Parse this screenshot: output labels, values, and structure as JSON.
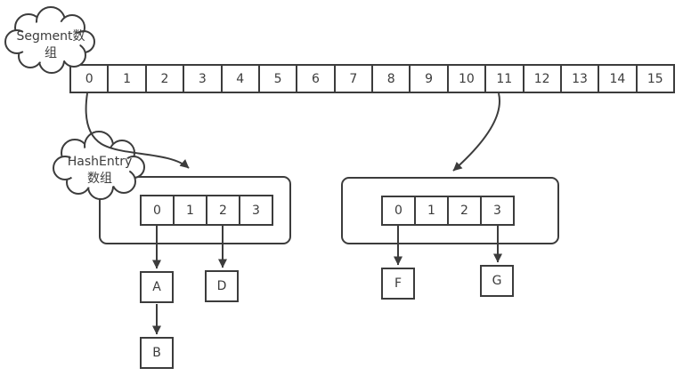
{
  "diagram": {
    "background_color": "#ffffff",
    "stroke_color": "#3c3c3c",
    "text_color": "#3c3c3c"
  },
  "clouds": {
    "segment": {
      "line1": "Segment数",
      "line2": "组"
    },
    "hashentry": {
      "line1": "HashEntry",
      "line2": "数组"
    }
  },
  "segment_array": {
    "cells": [
      "0",
      "1",
      "2",
      "3",
      "4",
      "5",
      "6",
      "7",
      "8",
      "9",
      "10",
      "11",
      "12",
      "13",
      "14",
      "15"
    ]
  },
  "left_bucket": {
    "cells": [
      "0",
      "1",
      "2",
      "3"
    ],
    "nodes": {
      "a": "A",
      "d": "D",
      "b": "B"
    }
  },
  "right_bucket": {
    "cells": [
      "0",
      "1",
      "2",
      "3"
    ],
    "nodes": {
      "f": "F",
      "g": "G"
    }
  }
}
